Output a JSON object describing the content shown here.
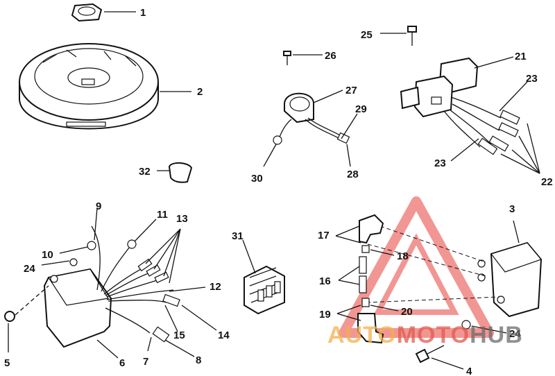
{
  "labels": [
    "1",
    "2",
    "3",
    "4",
    "5",
    "6",
    "7",
    "8",
    "9",
    "10",
    "11",
    "12",
    "13",
    "14",
    "15",
    "16",
    "17",
    "18",
    "19",
    "20",
    "21",
    "22",
    "23",
    "23",
    "24",
    "24",
    "25",
    "26",
    "27",
    "28",
    "29",
    "30",
    "31",
    "32"
  ],
  "watermark": {
    "part1": "AUTO",
    "part2": "MOTO",
    "part3": "HUB",
    "color_accent": "#e8413c",
    "color_part1": "#f3b04a",
    "color_part2": "#e05a4f",
    "color_part3": "#6b6b6b"
  }
}
